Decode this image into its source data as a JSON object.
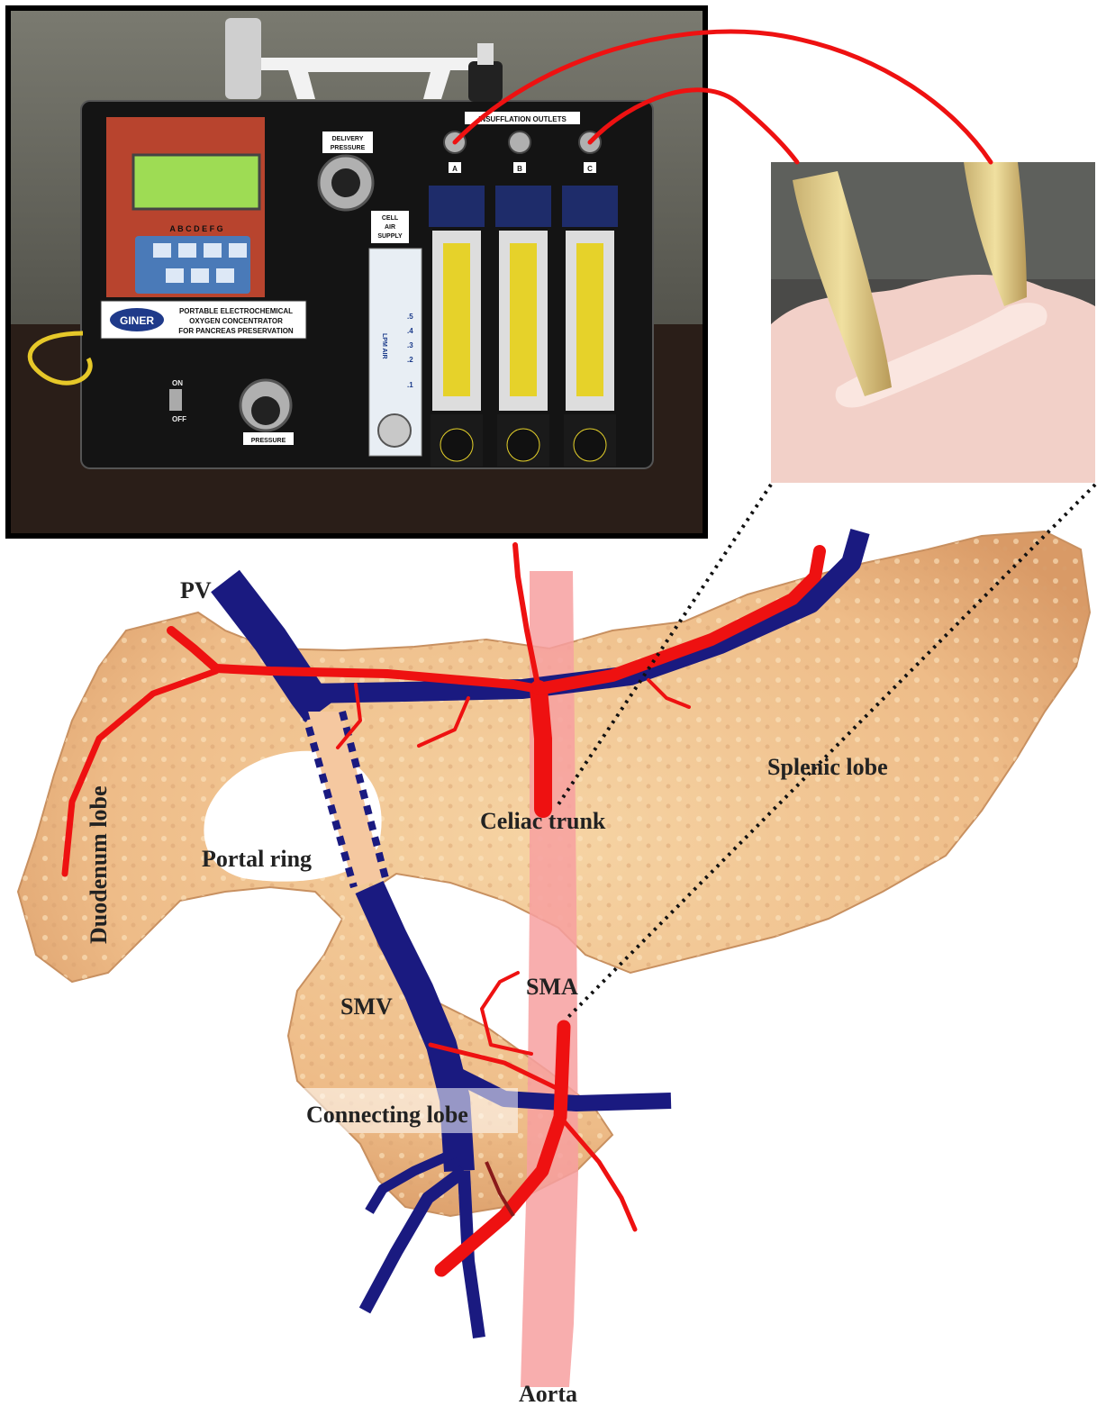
{
  "device": {
    "brand": "GINER",
    "description_line1": "PORTABLE ELECTROCHEMICAL",
    "description_line2": "OXYGEN CONCENTRATOR",
    "description_line3": "FOR PANCREAS PRESERVATION",
    "insufflation_outlets": "INSUFFLATION OUTLETS",
    "delivery_pressure_line1": "DELIVERY",
    "delivery_pressure_line2": "PRESSURE",
    "cell_air_line1": "CELL",
    "cell_air_line2": "AIR",
    "cell_air_line3": "SUPPLY",
    "pressure": "PRESSURE",
    "switch_on": "ON",
    "switch_off": "OFF",
    "outlet_labels": [
      "A",
      "B",
      "C"
    ],
    "keypad_letters": "A B C D E F G",
    "flowmeter_scale": [
      ".5",
      ".4",
      ".3",
      ".2",
      ".1"
    ],
    "flowmeter_unit": "LPM AIR"
  },
  "anatomy": {
    "pv": "PV",
    "duodenum_lobe": "Duodenum lobe",
    "portal_ring": "Portal ring",
    "celiac_trunk": "Celiac trunk",
    "splenic_lobe": "Splenic lobe",
    "smv": "SMV",
    "sma": "SMA",
    "connecting_lobe": "Connecting lobe",
    "aorta": "Aorta"
  },
  "colors": {
    "artery": "#ee1111",
    "vein": "#1a1a80",
    "aorta": "#f7a0a0",
    "pancreas": "#f0c890",
    "portal_ring": "#f5c8a0",
    "device_frame": "#000000"
  }
}
